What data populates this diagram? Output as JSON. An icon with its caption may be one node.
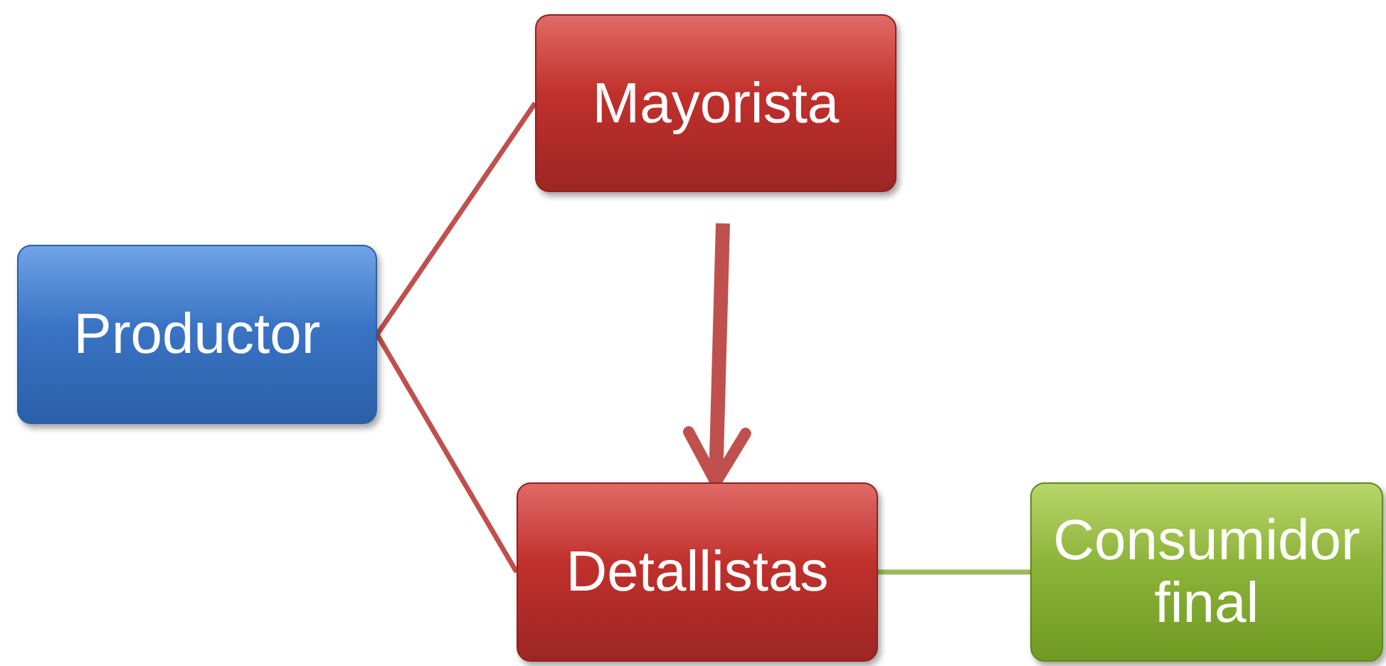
{
  "diagram": {
    "nodes": [
      {
        "text": [
          "Productor"
        ]
      },
      {
        "text": [
          "Mayorista"
        ]
      },
      {
        "text": [
          "Detallistas"
        ]
      },
      {
        "text": [
          "Consumidor final"
        ]
      }
    ],
    "edges": [
      {
        "from": 0,
        "to": 1,
        "arrow": "none"
      },
      {
        "from": 0,
        "to": 2,
        "arrow": "none"
      },
      {
        "from": 1,
        "to": 2,
        "arrow": "to",
        "style": "thick"
      },
      {
        "from": 2,
        "to": 3,
        "arrow": "none",
        "color": "#9bbb59"
      }
    ]
  }
}
